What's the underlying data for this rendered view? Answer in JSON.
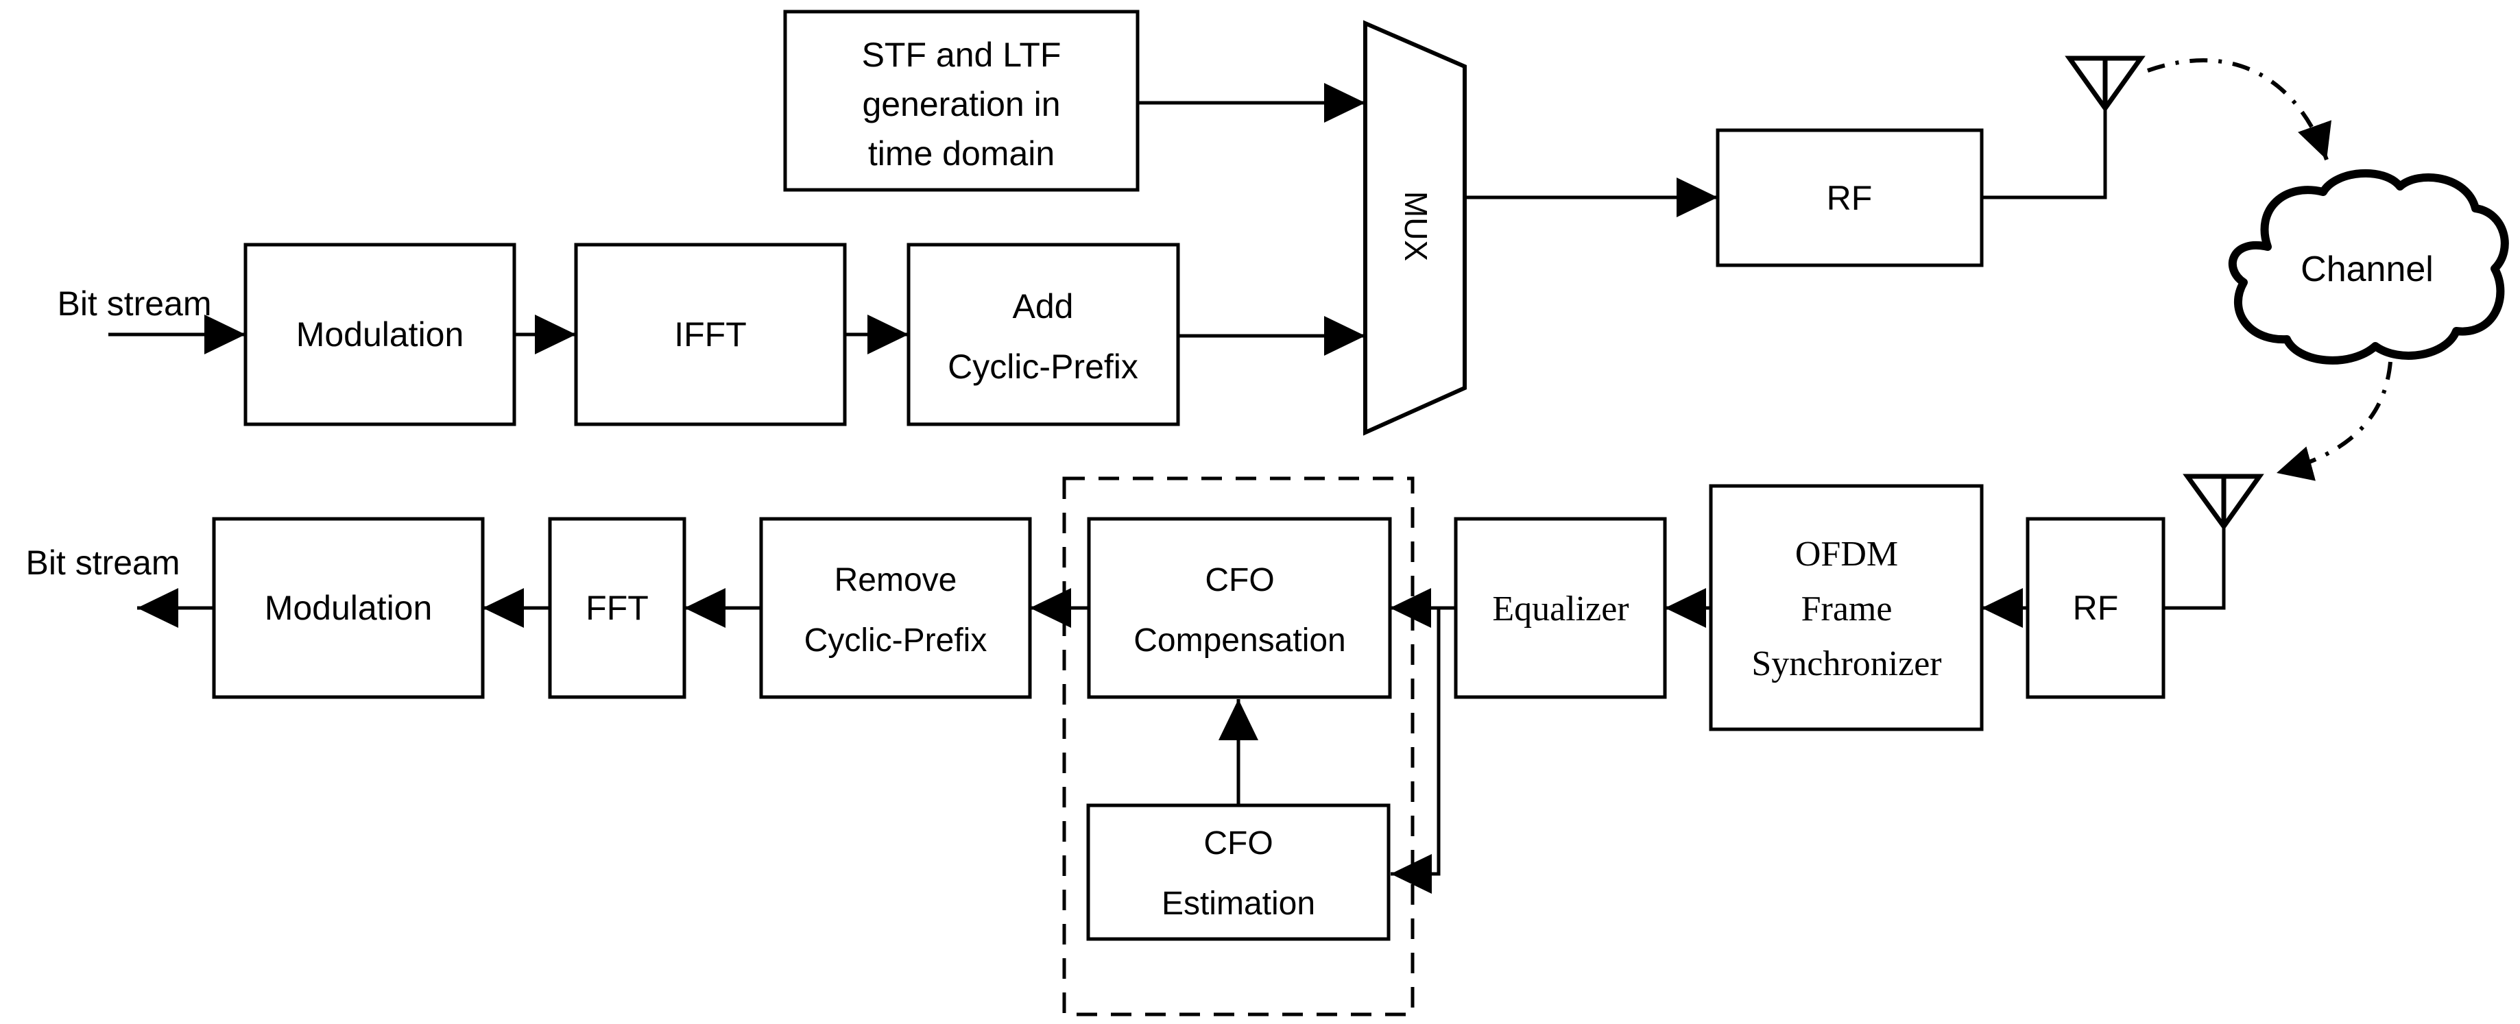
{
  "transmitter": {
    "bit_stream": "Bit stream",
    "modulation": "Modulation",
    "ifft": "IFFT",
    "add_cyclic_prefix": {
      "line1": "Add",
      "line2": "Cyclic-Prefix"
    },
    "stf_ltf": {
      "line1": "STF and LTF",
      "line2": "generation in",
      "line3": "time domain"
    },
    "mux": "MUX",
    "rf": "RF"
  },
  "channel": {
    "label": "Channel"
  },
  "receiver": {
    "rf": "RF",
    "ofdm_frame_synchronizer": {
      "line1": "OFDM",
      "line2": "Frame",
      "line3": "Synchronizer"
    },
    "equalizer": "Equalizer",
    "cfo_compensation": {
      "line1": "CFO",
      "line2": "Compensation"
    },
    "cfo_estimation": {
      "line1": "CFO",
      "line2": "Estimation"
    },
    "remove_cyclic_prefix": {
      "line1": "Remove",
      "line2": "Cyclic-Prefix"
    },
    "fft": "FFT",
    "modulation": "Modulation",
    "bit_stream": "Bit stream"
  },
  "icons": {
    "antenna_tx": "antenna-icon",
    "antenna_rx": "antenna-icon",
    "channel_cloud": "cloud-shape",
    "mux": "mux-trapezoid"
  },
  "colors": {
    "stroke": "#000000",
    "background": "#ffffff"
  }
}
